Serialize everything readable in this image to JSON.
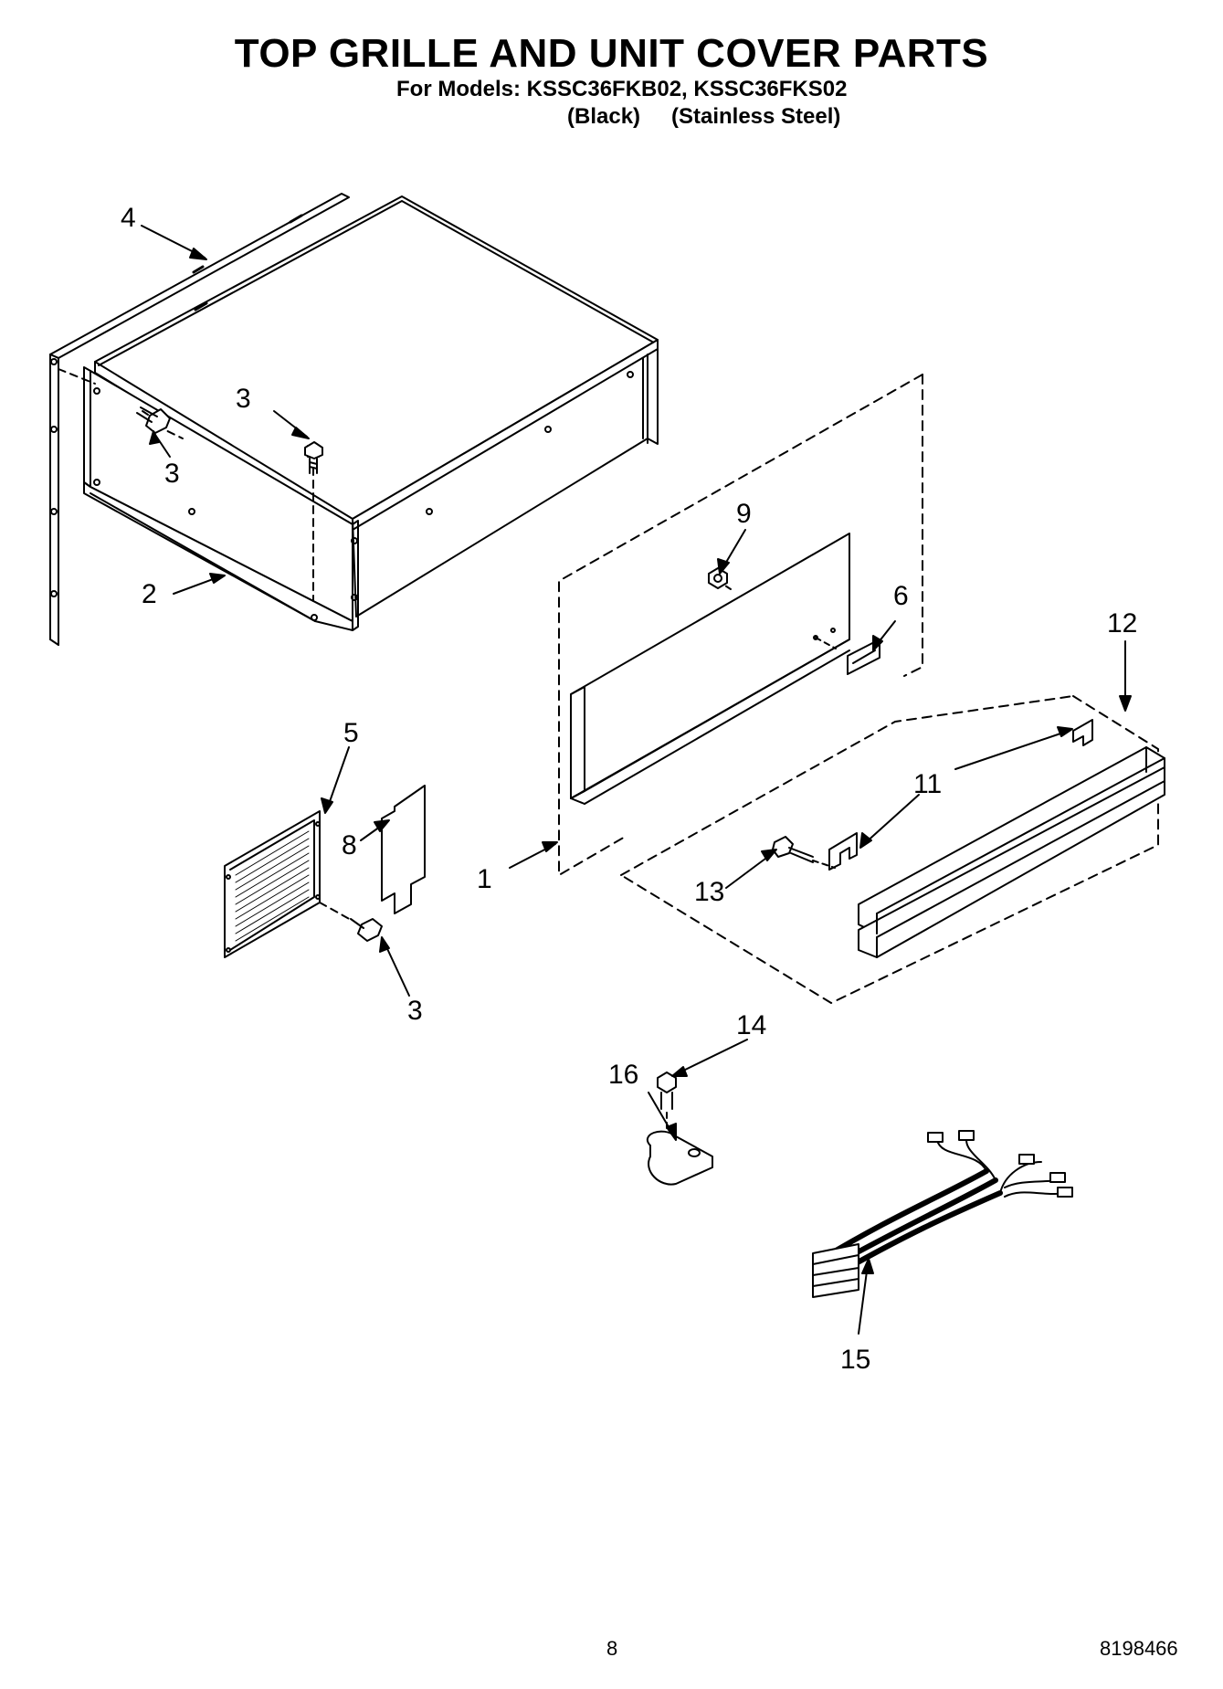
{
  "header": {
    "title": "TOP GRILLE AND UNIT COVER PARTS",
    "models_line": "For Models: KSSC36FKB02, KSSC36FKS02",
    "variant_black": "(Black)",
    "variant_stainless": "(Stainless Steel)"
  },
  "callouts": {
    "c1": "1",
    "c2": "2",
    "c3a": "3",
    "c3b": "3",
    "c3c": "3",
    "c4": "4",
    "c5": "5",
    "c6": "6",
    "c8": "8",
    "c9": "9",
    "c11": "11",
    "c12": "12",
    "c13": "13",
    "c14": "14",
    "c15": "15",
    "c16": "16"
  },
  "footer": {
    "page_number": "8",
    "doc_number": "8198466"
  }
}
